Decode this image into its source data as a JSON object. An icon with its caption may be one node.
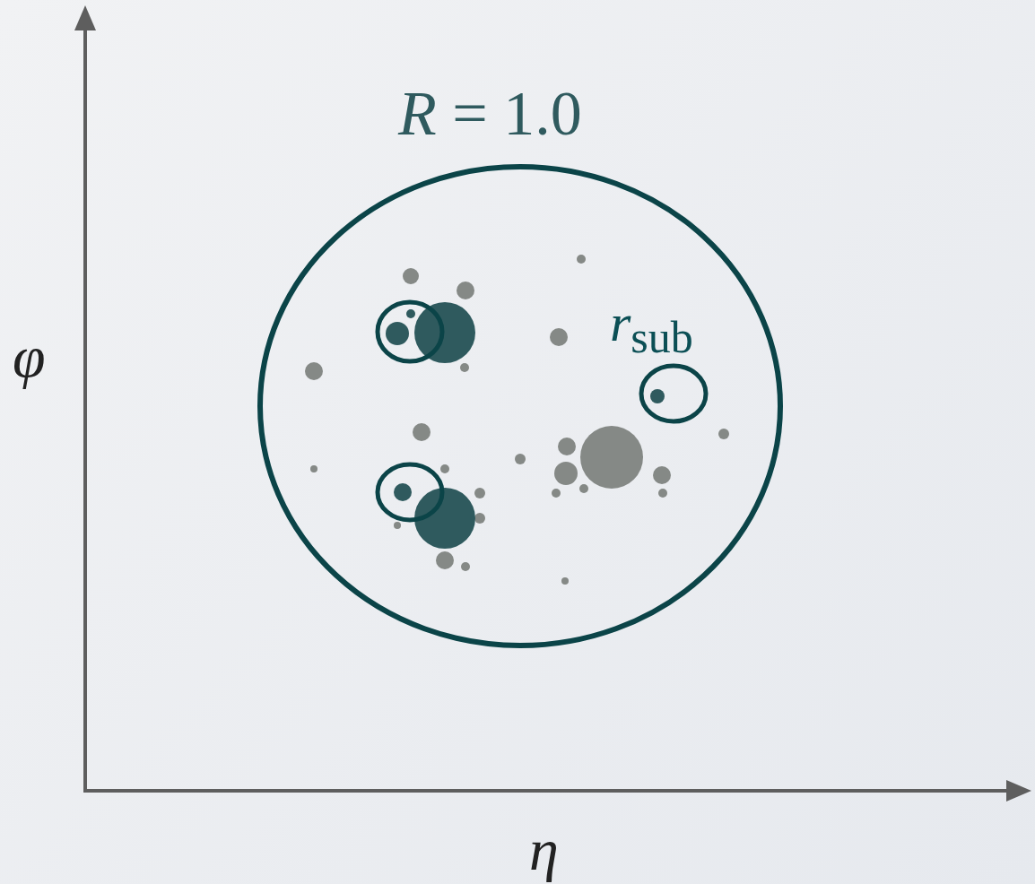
{
  "diagram": {
    "labels": [
      "*R* = 1.0",
      "*r*$_{sub}$",
      "φ",
      "η"
    ]
  }
}
